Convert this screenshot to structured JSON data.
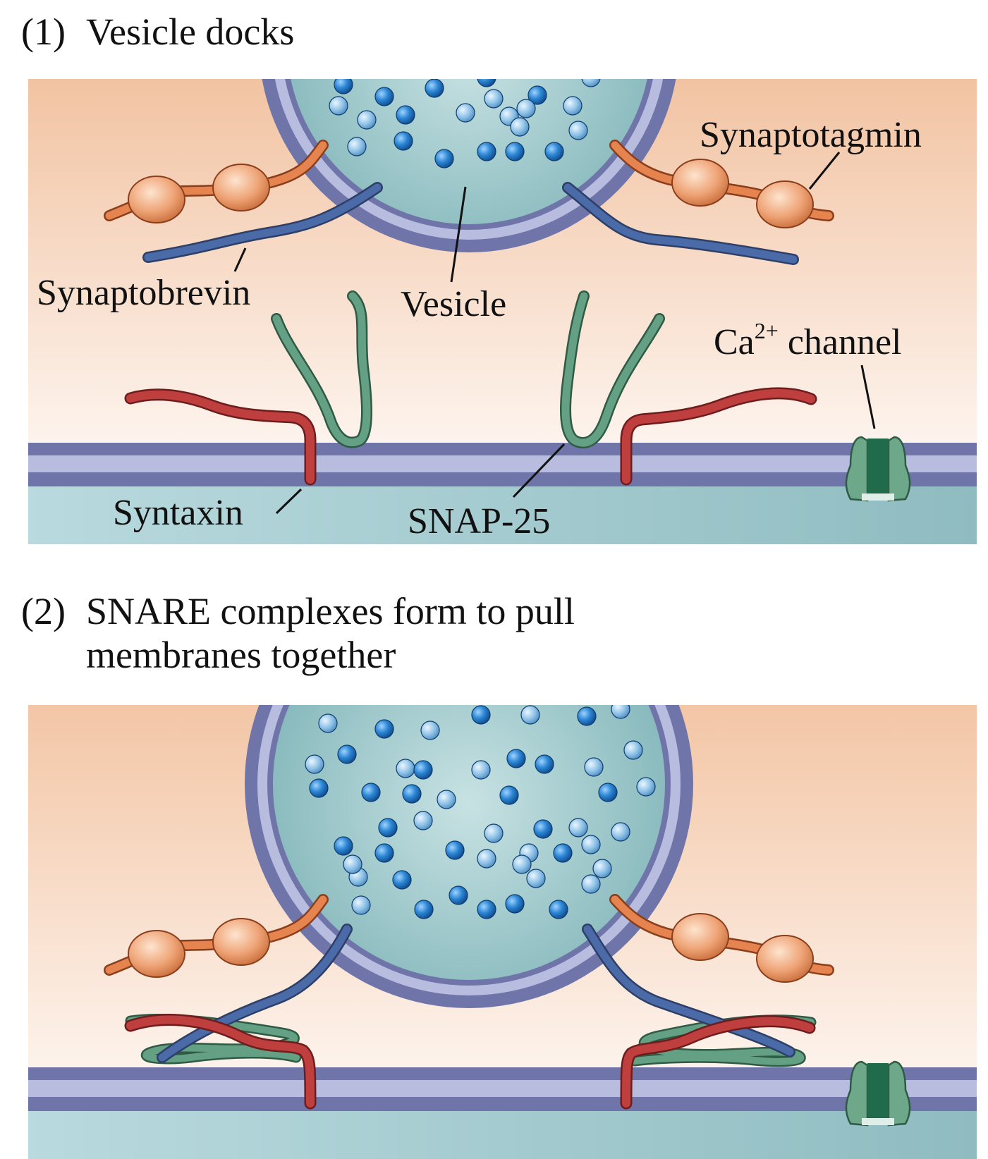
{
  "panel1": {
    "number": "(1)",
    "title": "Vesicle docks",
    "labels": {
      "synaptotagmin": "Synaptotagmin",
      "synaptobrevin": "Synaptobrevin",
      "vesicle": "Vesicle",
      "ca_channel_prefix": "Ca",
      "ca_channel_sup": "2+",
      "ca_channel_suffix": " channel",
      "syntaxin": "Syntaxin",
      "snap25": "SNAP-25"
    }
  },
  "panel2": {
    "number": "(2)",
    "title_line1": "SNARE complexes form to pull",
    "title_line2": "membranes together"
  },
  "colors": {
    "cytoplasm_top": "#f2c3a2",
    "cytoplasm_bottom": "#fdf4ee",
    "extracellular": "#a9cfd3",
    "membrane_dark": "#6f75a8",
    "membrane_light": "#b8bde0",
    "vesicle_lumen": "#8fc3c6",
    "synaptotagmin": "#e07b4a",
    "synaptobrevin": "#3f5f9a",
    "syntaxin": "#b33a3a",
    "snap25": "#5e9a7e",
    "ca_channel": "#6da88a",
    "vesicle_dot_dark": "#1f72c2",
    "vesicle_dot_light": "#8cc0e6"
  }
}
